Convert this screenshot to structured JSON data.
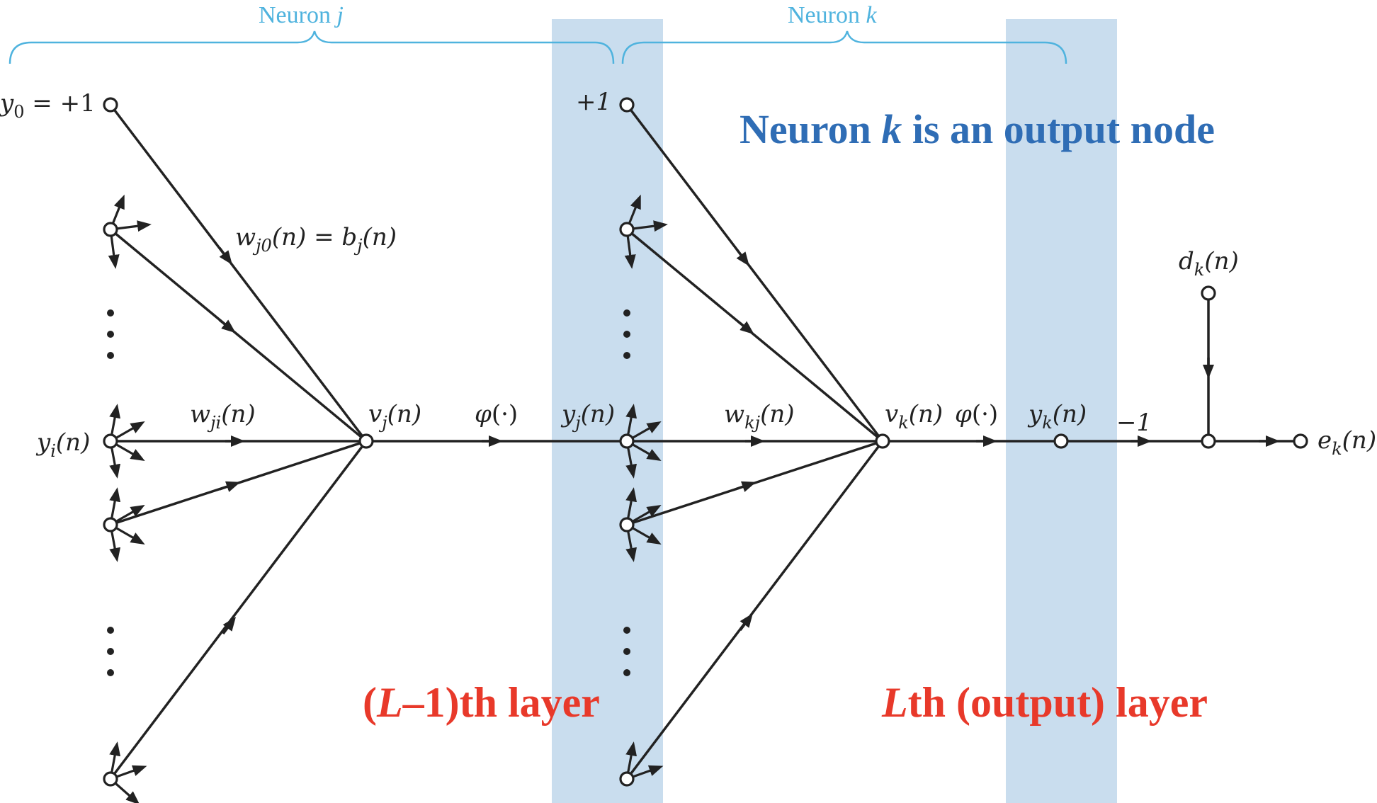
{
  "colors": {
    "layer_band": "#c9ddee",
    "brace": "#4fb3de",
    "edge": "#222222",
    "title_blue": "#2f6db5",
    "layer_red": "#e8392a"
  },
  "braces": {
    "neuron_j": {
      "text": "Neuron ",
      "var": "j"
    },
    "neuron_k": {
      "text": "Neuron ",
      "var": "k"
    }
  },
  "title": {
    "part1": "Neuron ",
    "var": "k",
    "part2": " is an output node"
  },
  "layers": {
    "hidden": {
      "open": "(",
      "var": "L",
      "rest": "–1)th layer"
    },
    "output": {
      "var": "L",
      "rest": "th (output) layer"
    }
  },
  "labels": {
    "y0": {
      "base": "y",
      "sub": "0",
      "tail": " = +1"
    },
    "bias_k": "+1",
    "wj0": {
      "base": "w",
      "sub": "j0",
      "mid": "(n) = b",
      "sub2": "j",
      "tail": "(n)"
    },
    "yi": {
      "base": "y",
      "sub": "i",
      "tail": "(n)"
    },
    "wji": {
      "base": "w",
      "sub": "ji",
      "tail": "(n)"
    },
    "vj": {
      "base": "v",
      "sub": "j",
      "tail": "(n)"
    },
    "phi_j": {
      "base": "φ",
      "tail": "(·)"
    },
    "yj": {
      "base": "y",
      "sub": "j",
      "tail": "(n)"
    },
    "wkj": {
      "base": "w",
      "sub": "kj",
      "tail": "(n)"
    },
    "vk": {
      "base": "v",
      "sub": "k",
      "tail": "(n)"
    },
    "phi_k": {
      "base": "φ",
      "tail": "(·)"
    },
    "yk": {
      "base": "y",
      "sub": "k",
      "tail": "(n)"
    },
    "minus_one": "−1",
    "dk": {
      "base": "d",
      "sub": "k",
      "tail": "(n)"
    },
    "ek": {
      "base": "e",
      "sub": "k",
      "tail": "(n)"
    }
  }
}
